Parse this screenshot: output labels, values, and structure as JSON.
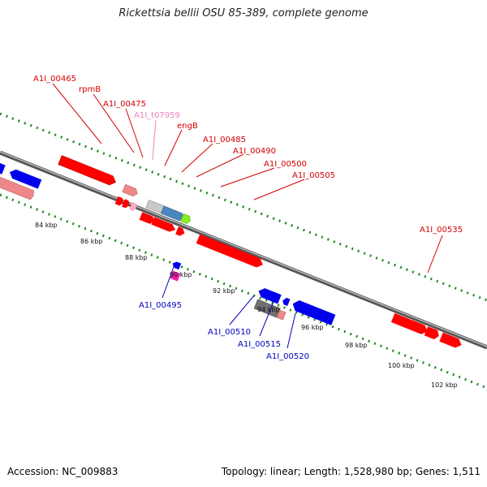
{
  "title": "Rickettsia bellii OSU 85-389, complete genome",
  "accession": "Accession: NC_009883",
  "topology": "Topology: linear; Length: 1,528,980 bp; Genes: 1,511",
  "ticks": [
    "84 kbp",
    "86 kbp",
    "88 kbp",
    "90 kbp",
    "92 kbp",
    "94 kbp",
    "96 kbp",
    "98 kbp",
    "100 kbp",
    "102 kbp"
  ],
  "labels_upper": {
    "a00465": "A1I_00465",
    "rpmB": "rpmB",
    "a00475": "A1I_00475",
    "t07959": "A1I_t07959",
    "engB": "engB",
    "a00485": "A1I_00485",
    "a00490": "A1I_00490",
    "a00500": "A1I_00500",
    "a00505": "A1I_00505",
    "a00535": "A1I_00535"
  },
  "labels_lower": {
    "a00495": "A1I_00495",
    "a00510": "A1I_00510",
    "a00515": "A1I_00515",
    "a00520": "A1I_00520"
  },
  "colors": {
    "red": "#ff0000",
    "salmon": "#ee8888",
    "blue": "#0000ee",
    "pink": "#ffaacc",
    "magenta": "#ee22aa",
    "grey": "#707070",
    "lightgrey": "#c8c8c8",
    "steelblue": "#4a86c0",
    "green": "#88ee22",
    "tickgreen": "#228822"
  }
}
